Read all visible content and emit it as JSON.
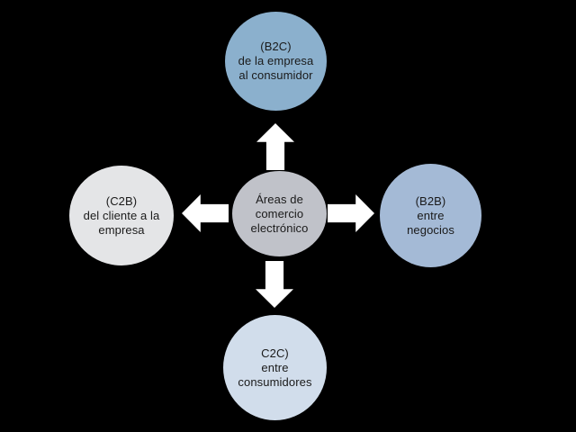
{
  "colors": {
    "background": "#000000",
    "arrow": "#ffffff",
    "text": "#1a1a1a"
  },
  "center_node": {
    "line1": "Áreas de",
    "line2": "comercio",
    "line3": "electrónico",
    "fill": "#c0c2c9"
  },
  "nodes": {
    "top": {
      "line1": "(B2C)",
      "line2": "de la empresa",
      "line3": "al consumidor",
      "fill": "#8bb0cd"
    },
    "right": {
      "line1": "(B2B)",
      "line2": "entre",
      "line3": "negocios",
      "fill": "#a4bad6"
    },
    "bottom": {
      "line1": "C2C)",
      "line2": "entre",
      "line3": "consumidores",
      "fill": "#d1ddeb"
    },
    "left": {
      "line1": "(C2B)",
      "line2": "del cliente a la",
      "line3": "empresa",
      "fill": "#e4e5e7"
    }
  }
}
